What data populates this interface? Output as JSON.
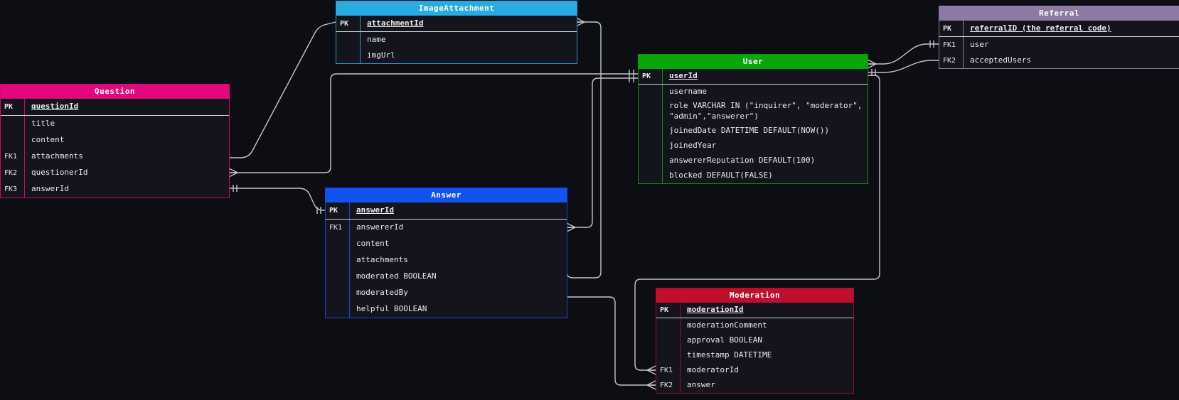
{
  "canvas": {
    "background_color": "#0d0e13",
    "connector_color": "#c4c4cc",
    "pk_separator_color": "#d2d2da"
  },
  "tables": [
    {
      "name": "ImageAttachment",
      "header_color": "#29abe2",
      "border_color": "#2496cc",
      "rows": [
        {
          "key": "PK",
          "field": "attachmentId"
        },
        {
          "key": "",
          "field": "name"
        },
        {
          "key": "",
          "field": "imgUrl"
        }
      ]
    },
    {
      "name": "Referral",
      "header_color": "#8d7aa3",
      "border_color": "#8d7aa3",
      "rows": [
        {
          "key": "PK",
          "field": "referralID (the referral code)"
        },
        {
          "key": "FK1",
          "field": "user"
        },
        {
          "key": "FK2",
          "field": "acceptedUsers"
        }
      ]
    },
    {
      "name": "Question",
      "header_color": "#e2077c",
      "border_color": "#c9096f",
      "rows": [
        {
          "key": "PK",
          "field": "questionId"
        },
        {
          "key": "",
          "field": "title"
        },
        {
          "key": "",
          "field": "content"
        },
        {
          "key": "FK1",
          "field": "attachments"
        },
        {
          "key": "FK2",
          "field": "questionerId"
        },
        {
          "key": "FK3",
          "field": "answerId"
        }
      ]
    },
    {
      "name": "User",
      "header_color": "#09a609",
      "border_color": "#0b8f0b",
      "rows": [
        {
          "key": "PK",
          "field": "userId"
        },
        {
          "key": "",
          "field": "username"
        },
        {
          "key": "",
          "field": "role VARCHAR IN (\"inquirer\", \"moderator\", \"admin\",\"answerer\")"
        },
        {
          "key": "",
          "field": "joinedDate DATETIME DEFAULT(NOW())"
        },
        {
          "key": "",
          "field": "joinedYear"
        },
        {
          "key": "",
          "field": "answererReputation DEFAULT(100)"
        },
        {
          "key": "",
          "field": "blocked DEFAULT(FALSE)"
        }
      ]
    },
    {
      "name": "Answer",
      "header_color": "#1252f0",
      "border_color": "#1347d4",
      "rows": [
        {
          "key": "PK",
          "field": "answerId"
        },
        {
          "key": "FK1",
          "field": "answererId"
        },
        {
          "key": "",
          "field": "content"
        },
        {
          "key": "",
          "field": "attachments"
        },
        {
          "key": "",
          "field": "moderated BOOLEAN"
        },
        {
          "key": "",
          "field": "moderatedBy"
        },
        {
          "key": "",
          "field": "helpful BOOLEAN"
        }
      ]
    },
    {
      "name": "Moderation",
      "header_color": "#c00f2d",
      "border_color": "#a00d26",
      "rows": [
        {
          "key": "PK",
          "field": "moderationId"
        },
        {
          "key": "",
          "field": "moderationComment"
        },
        {
          "key": "",
          "field": "approval BOOLEAN"
        },
        {
          "key": "",
          "field": "timestamp DATETIME"
        },
        {
          "key": "FK1",
          "field": "moderatorId"
        },
        {
          "key": "FK2",
          "field": "answer"
        }
      ]
    }
  ],
  "relationships": [
    {
      "from": "Question.attachments",
      "to": "ImageAttachment.attachmentId",
      "from_card": "one",
      "to_card": "many"
    },
    {
      "from": "Answer.attachments",
      "to": "ImageAttachment.attachmentId",
      "from_card": "one",
      "to_card": "many"
    },
    {
      "from": "Question.questionerId",
      "to": "User.userId",
      "from_card": "many",
      "to_card": "one"
    },
    {
      "from": "Answer.answererId",
      "to": "User.userId",
      "from_card": "many",
      "to_card": "one"
    },
    {
      "from": "Question.answerId",
      "to": "Answer.answerId",
      "from_card": "one",
      "to_card": "one"
    },
    {
      "from": "User.userId",
      "to": "Referral.user",
      "from_card": "many",
      "to_card": "one"
    },
    {
      "from": "User.userId",
      "to": "Referral.acceptedUsers",
      "from_card": "one",
      "to_card": "one"
    },
    {
      "from": "User.userId",
      "to": "Moderation.moderatorId",
      "from_card": "one",
      "to_card": "many"
    },
    {
      "from": "Answer.answerId",
      "to": "Moderation.answer",
      "from_card": "one",
      "to_card": "many"
    }
  ]
}
